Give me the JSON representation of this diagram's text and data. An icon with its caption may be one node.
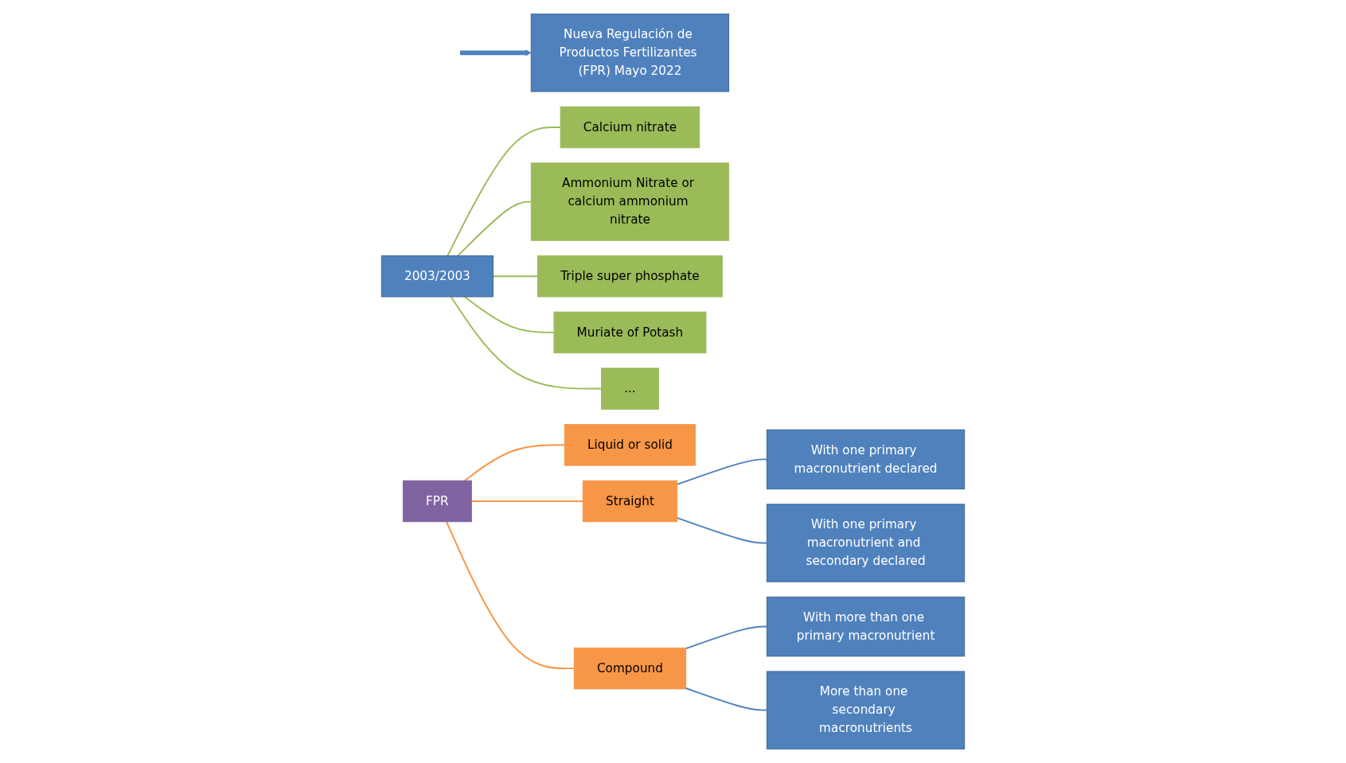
{
  "diagram": {
    "nodes": [
      {
        "text": [
          "Nueva Regulación de Productos Fertilizantes (FPR) Mayo 2022"
        ]
      },
      {
        "text": [
          "2003/2003"
        ]
      },
      {
        "text": [
          "Calcium nitrate"
        ]
      },
      {
        "text": [
          "Ammonium Nitrate or calcium ammonium nitrate"
        ]
      },
      {
        "text": [
          "Triple super phosphate"
        ]
      },
      {
        "text": [
          "Muriate of Potash"
        ]
      },
      {
        "text": [
          "..."
        ]
      },
      {
        "text": [
          "FPR"
        ]
      },
      {
        "text": [
          "Liquid or solid"
        ]
      },
      {
        "text": [
          "Straight"
        ]
      },
      {
        "text": [
          "Compound"
        ]
      },
      {
        "text": [
          "With one primary macronutrient declared"
        ]
      },
      {
        "text": [
          "With one primary macronutrient and secondary declared"
        ]
      },
      {
        "text": [
          "With more than one primary macronutrient"
        ]
      },
      {
        "text": [
          "More than one secondary macronutrients"
        ]
      }
    ],
    "edges": [
      {
        "from": 1,
        "to": 2,
        "arrow": "none",
        "color": "#9bbb59"
      },
      {
        "from": 1,
        "to": 3,
        "arrow": "none",
        "color": "#9bbb59"
      },
      {
        "from": 1,
        "to": 4,
        "arrow": "none",
        "color": "#9bbb59"
      },
      {
        "from": 1,
        "to": 5,
        "arrow": "none",
        "color": "#9bbb59"
      },
      {
        "from": 1,
        "to": 6,
        "arrow": "none",
        "color": "#9bbb59"
      },
      {
        "from": 7,
        "to": 8,
        "arrow": "none",
        "color": "#f79646"
      },
      {
        "from": 7,
        "to": 9,
        "arrow": "none",
        "color": "#f79646"
      },
      {
        "from": 7,
        "to": 10,
        "arrow": "none",
        "color": "#f79646"
      },
      {
        "from": 9,
        "to": 11,
        "arrow": "none",
        "color": "#4f81bd"
      },
      {
        "from": 9,
        "to": 12,
        "arrow": "none",
        "color": "#4f81bd"
      },
      {
        "from": 10,
        "to": 13,
        "arrow": "none",
        "color": "#4f81bd"
      },
      {
        "from": 10,
        "to": 14,
        "arrow": "none",
        "color": "#4f81bd"
      },
      {
        "from": null,
        "to": 0,
        "arrow": "to",
        "style": "thick",
        "color": "#4f81bd"
      }
    ]
  }
}
